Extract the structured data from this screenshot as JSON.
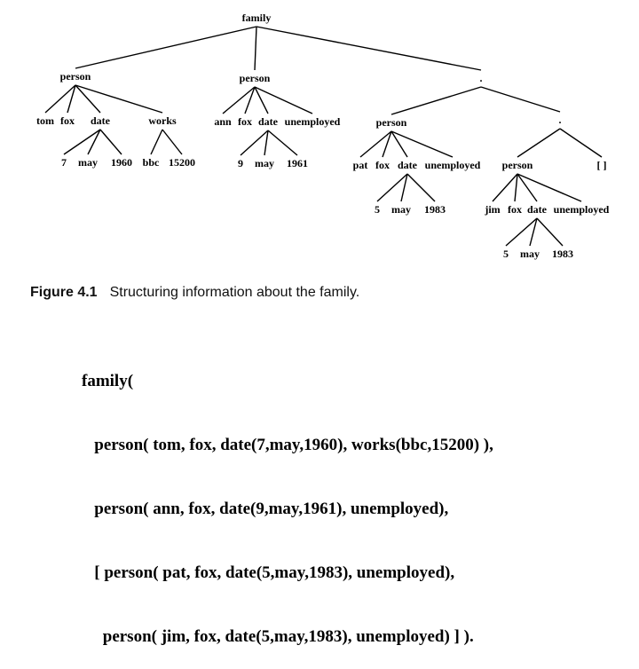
{
  "tree": {
    "nodes": [
      {
        "id": "family",
        "label": "family"
      },
      {
        "id": "p1",
        "label": "person"
      },
      {
        "id": "p2",
        "label": "person"
      },
      {
        "id": "dot1",
        "label": "."
      },
      {
        "id": "tom",
        "label": "tom"
      },
      {
        "id": "fox1",
        "label": "fox"
      },
      {
        "id": "date1",
        "label": "date"
      },
      {
        "id": "works",
        "label": "works"
      },
      {
        "id": "d1a",
        "label": "7"
      },
      {
        "id": "d1b",
        "label": "may"
      },
      {
        "id": "d1c",
        "label": "1960"
      },
      {
        "id": "bbc",
        "label": "bbc"
      },
      {
        "id": "sal",
        "label": "15200"
      },
      {
        "id": "ann",
        "label": "ann"
      },
      {
        "id": "fox2",
        "label": "fox"
      },
      {
        "id": "date2",
        "label": "date"
      },
      {
        "id": "unemp2",
        "label": "unemployed"
      },
      {
        "id": "d2a",
        "label": "9"
      },
      {
        "id": "d2b",
        "label": "may"
      },
      {
        "id": "d2c",
        "label": "1961"
      },
      {
        "id": "p3",
        "label": "person"
      },
      {
        "id": "dot2",
        "label": "."
      },
      {
        "id": "pat",
        "label": "pat"
      },
      {
        "id": "fox3",
        "label": "fox"
      },
      {
        "id": "date3",
        "label": "date"
      },
      {
        "id": "unemp3",
        "label": "unemployed"
      },
      {
        "id": "d3a",
        "label": "5"
      },
      {
        "id": "d3b",
        "label": "may"
      },
      {
        "id": "d3c",
        "label": "1983"
      },
      {
        "id": "p4",
        "label": "person"
      },
      {
        "id": "nil",
        "label": "[ ]"
      },
      {
        "id": "jim",
        "label": "jim"
      },
      {
        "id": "fox4",
        "label": "fox"
      },
      {
        "id": "date4",
        "label": "date"
      },
      {
        "id": "unemp4",
        "label": "unemployed"
      },
      {
        "id": "d4a",
        "label": "5"
      },
      {
        "id": "d4b",
        "label": "may"
      },
      {
        "id": "d4c",
        "label": "1983"
      }
    ],
    "edges": [
      [
        "family",
        "p1"
      ],
      [
        "family",
        "p2"
      ],
      [
        "family",
        "dot1"
      ],
      [
        "p1",
        "tom"
      ],
      [
        "p1",
        "fox1"
      ],
      [
        "p1",
        "date1"
      ],
      [
        "p1",
        "works"
      ],
      [
        "date1",
        "d1a"
      ],
      [
        "date1",
        "d1b"
      ],
      [
        "date1",
        "d1c"
      ],
      [
        "works",
        "bbc"
      ],
      [
        "works",
        "sal"
      ],
      [
        "p2",
        "ann"
      ],
      [
        "p2",
        "fox2"
      ],
      [
        "p2",
        "date2"
      ],
      [
        "p2",
        "unemp2"
      ],
      [
        "date2",
        "d2a"
      ],
      [
        "date2",
        "d2b"
      ],
      [
        "date2",
        "d2c"
      ],
      [
        "dot1",
        "p3"
      ],
      [
        "dot1",
        "dot2"
      ],
      [
        "p3",
        "pat"
      ],
      [
        "p3",
        "fox3"
      ],
      [
        "p3",
        "date3"
      ],
      [
        "p3",
        "unemp3"
      ],
      [
        "date3",
        "d3a"
      ],
      [
        "date3",
        "d3b"
      ],
      [
        "date3",
        "d3c"
      ],
      [
        "dot2",
        "p4"
      ],
      [
        "dot2",
        "nil"
      ],
      [
        "p4",
        "jim"
      ],
      [
        "p4",
        "fox4"
      ],
      [
        "p4",
        "date4"
      ],
      [
        "p4",
        "unemp4"
      ],
      [
        "date4",
        "d4a"
      ],
      [
        "date4",
        "d4b"
      ],
      [
        "date4",
        "d4c"
      ]
    ]
  },
  "caption": {
    "label": "Figure 4.1",
    "text": "Structuring information about the family."
  },
  "code_lines": [
    "family(",
    "   person( tom, fox, date(7,may,1960), works(bbc,15200) ),",
    "   person( ann, fox, date(9,may,1961), unemployed),",
    "   [ person( pat, fox, date(5,may,1983), unemployed),",
    "     person( jim, fox, date(5,may,1983), unemployed) ] )."
  ]
}
